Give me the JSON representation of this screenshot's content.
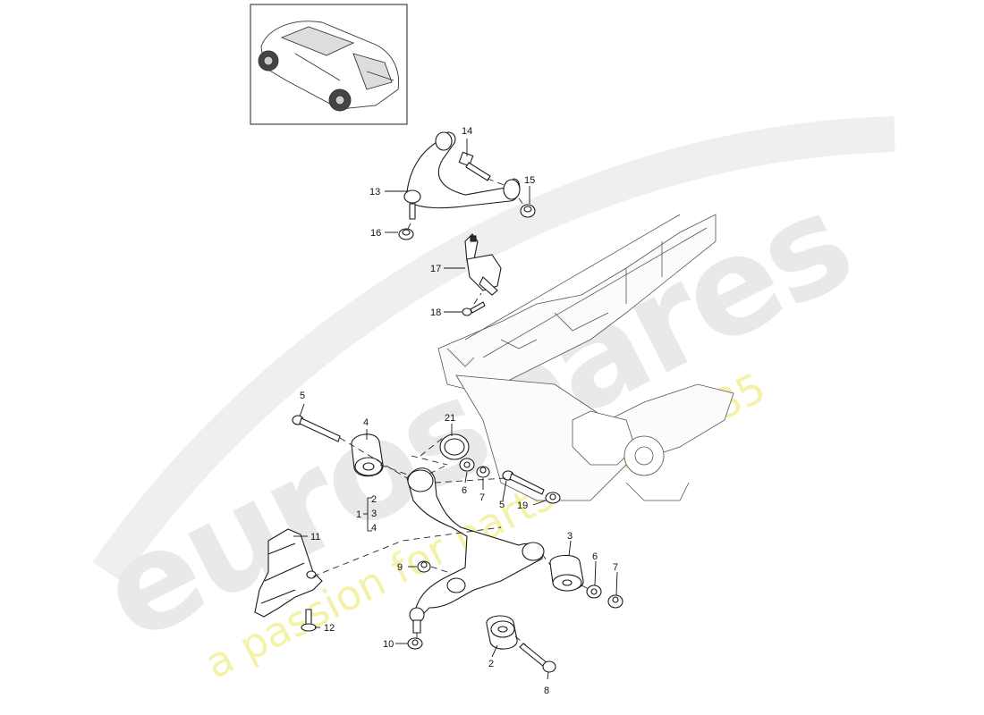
{
  "watermark": {
    "brand": "eurospares",
    "tagline": "a passion for parts since 1985"
  },
  "colors": {
    "watermark_grey": "#e9e9e9",
    "watermark_yellow": "#f3f2a8",
    "line": "#1a1a1a"
  },
  "thumbnail": {
    "subject": "car-overview-thumbnail"
  },
  "callouts": {
    "c1": "1",
    "c2": "2",
    "c2b": "2",
    "c3": "3",
    "c3b": "3",
    "c4": "4",
    "c4b": "4",
    "c5a": "5",
    "c5b": "5",
    "c6a": "6",
    "c6b": "6",
    "c7a": "7",
    "c7b": "7",
    "c8": "8",
    "c9": "9",
    "c10": "10",
    "c11": "11",
    "c12": "12",
    "c13": "13",
    "c14": "14",
    "c15": "15",
    "c16": "16",
    "c17": "17",
    "c18": "18",
    "c19": "19",
    "c21": "21"
  }
}
